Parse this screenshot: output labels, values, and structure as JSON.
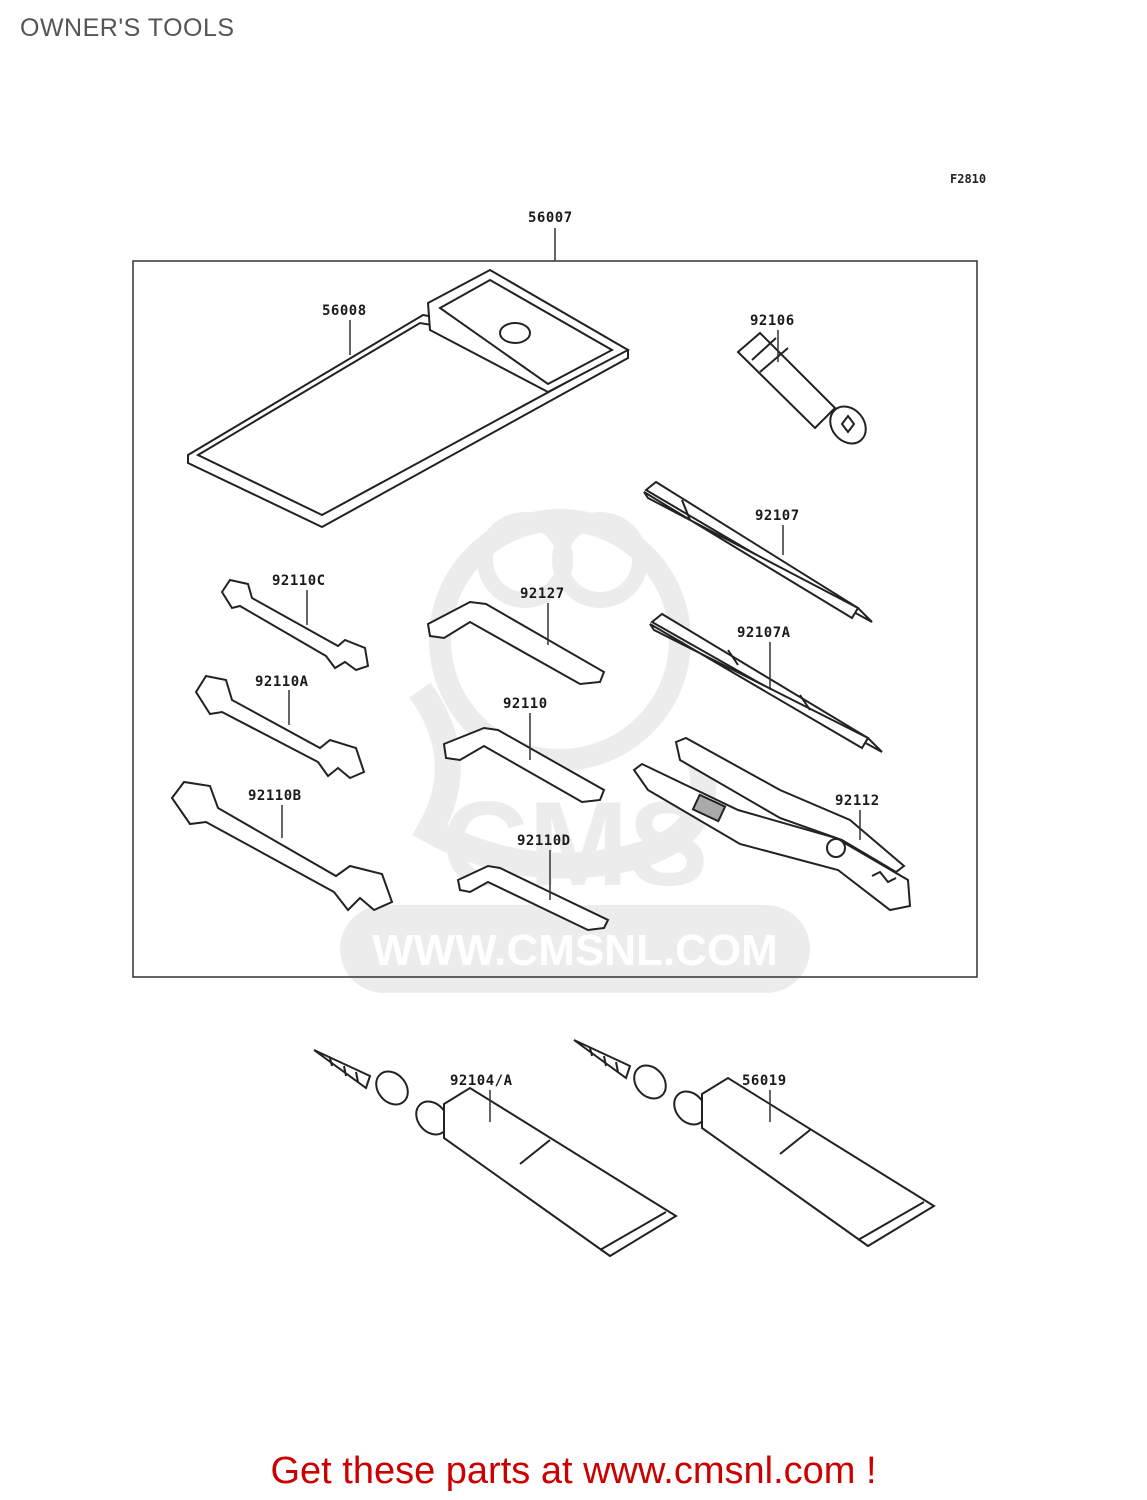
{
  "header": {
    "title": "OWNER'S TOOLS",
    "figure_code": "F2810"
  },
  "parts": {
    "p56007": "56007",
    "p56008": "56008",
    "p92106": "92106",
    "p92107": "92107",
    "p92107A": "92107A",
    "p92110C": "92110C",
    "p92127": "92127",
    "p92110A": "92110A",
    "p92110": "92110",
    "p92110B": "92110B",
    "p92112": "92112",
    "p92110D": "92110D",
    "p92104A": "92104/A",
    "p56019": "56019"
  },
  "watermark": {
    "logo": "CMS",
    "url": "WWW.CMSNL.COM"
  },
  "footer": {
    "promo": "Get these parts at www.cmsnl.com !"
  }
}
